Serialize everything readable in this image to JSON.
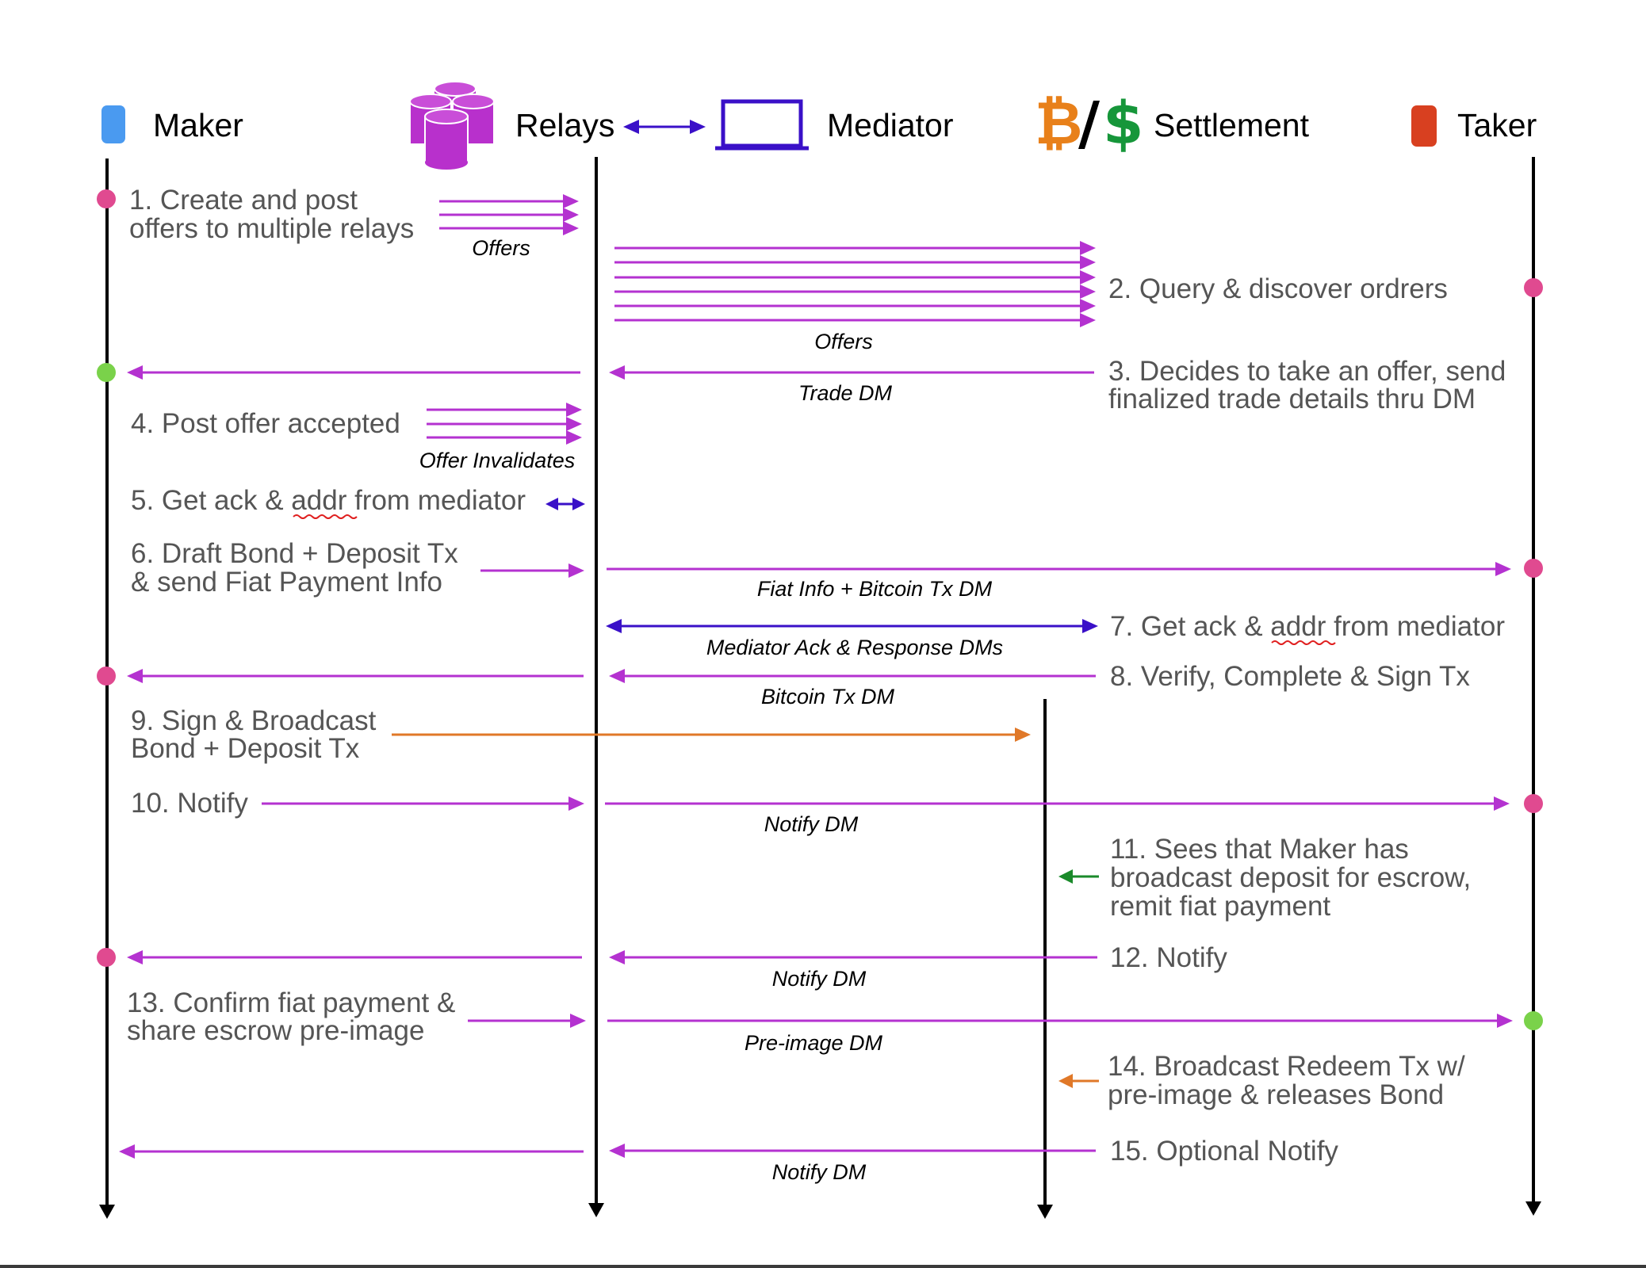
{
  "participants": {
    "maker": "Maker",
    "relays": "Relays",
    "mediator": "Mediator",
    "settlement": "Settlement",
    "taker": "Taker"
  },
  "settlement_symbols": {
    "bitcoin": "₿",
    "slash": "/",
    "dollar": "$"
  },
  "steps": {
    "s1": [
      "1. Create and post",
      "offers to multiple relays"
    ],
    "s2": [
      "2. Query & discover ordrers"
    ],
    "s3": [
      "3. Decides to take an offer, send",
      "finalized trade details thru DM"
    ],
    "s4": [
      "4. Post offer accepted"
    ],
    "s5": [
      "5. Get ack & addr from mediator"
    ],
    "s6": [
      "6. Draft Bond + Deposit Tx",
      "& send Fiat Payment Info"
    ],
    "s7": [
      "7. Get ack & addr from mediator"
    ],
    "s8": [
      "8. Verify, Complete & Sign Tx"
    ],
    "s9": [
      "9. Sign & Broadcast",
      "Bond + Deposit Tx"
    ],
    "s10": [
      "10. Notify"
    ],
    "s11": [
      "11. Sees that Maker has",
      "broadcast deposit for escrow,",
      "remit fiat payment"
    ],
    "s12": [
      "12. Notify"
    ],
    "s13": [
      "13. Confirm fiat payment &",
      "share escrow pre-image"
    ],
    "s14": [
      "14. Broadcast Redeem Tx w/",
      "pre-image & releases Bond"
    ],
    "s15": [
      "15. Optional Notify"
    ]
  },
  "message_labels": {
    "offers_1": "Offers",
    "offers_2": "Offers",
    "trade_dm": "Trade DM",
    "offer_invalidates": "Offer Invalidates",
    "fiat_info": "Fiat Info + Bitcoin Tx DM",
    "mediator_ack": "Mediator Ack & Response DMs",
    "bitcoin_tx_dm": "Bitcoin Tx DM",
    "notify_dm_10": "Notify DM",
    "notify_dm_12": "Notify DM",
    "preimage_dm": "Pre-image DM",
    "notify_dm_15": "Notify DM"
  },
  "colors": {
    "message": "#b432d0",
    "mediator": "#3a10c8",
    "broadcast": "#e07828",
    "observe": "#1a8a2a",
    "maker": "#4a9af0",
    "taker": "#d84020",
    "relays_icon": "#b830cc",
    "event_pink": "#e04a90",
    "event_green": "#7ad24a",
    "bitcoin": "#e8801a",
    "dollar": "#16963a"
  }
}
